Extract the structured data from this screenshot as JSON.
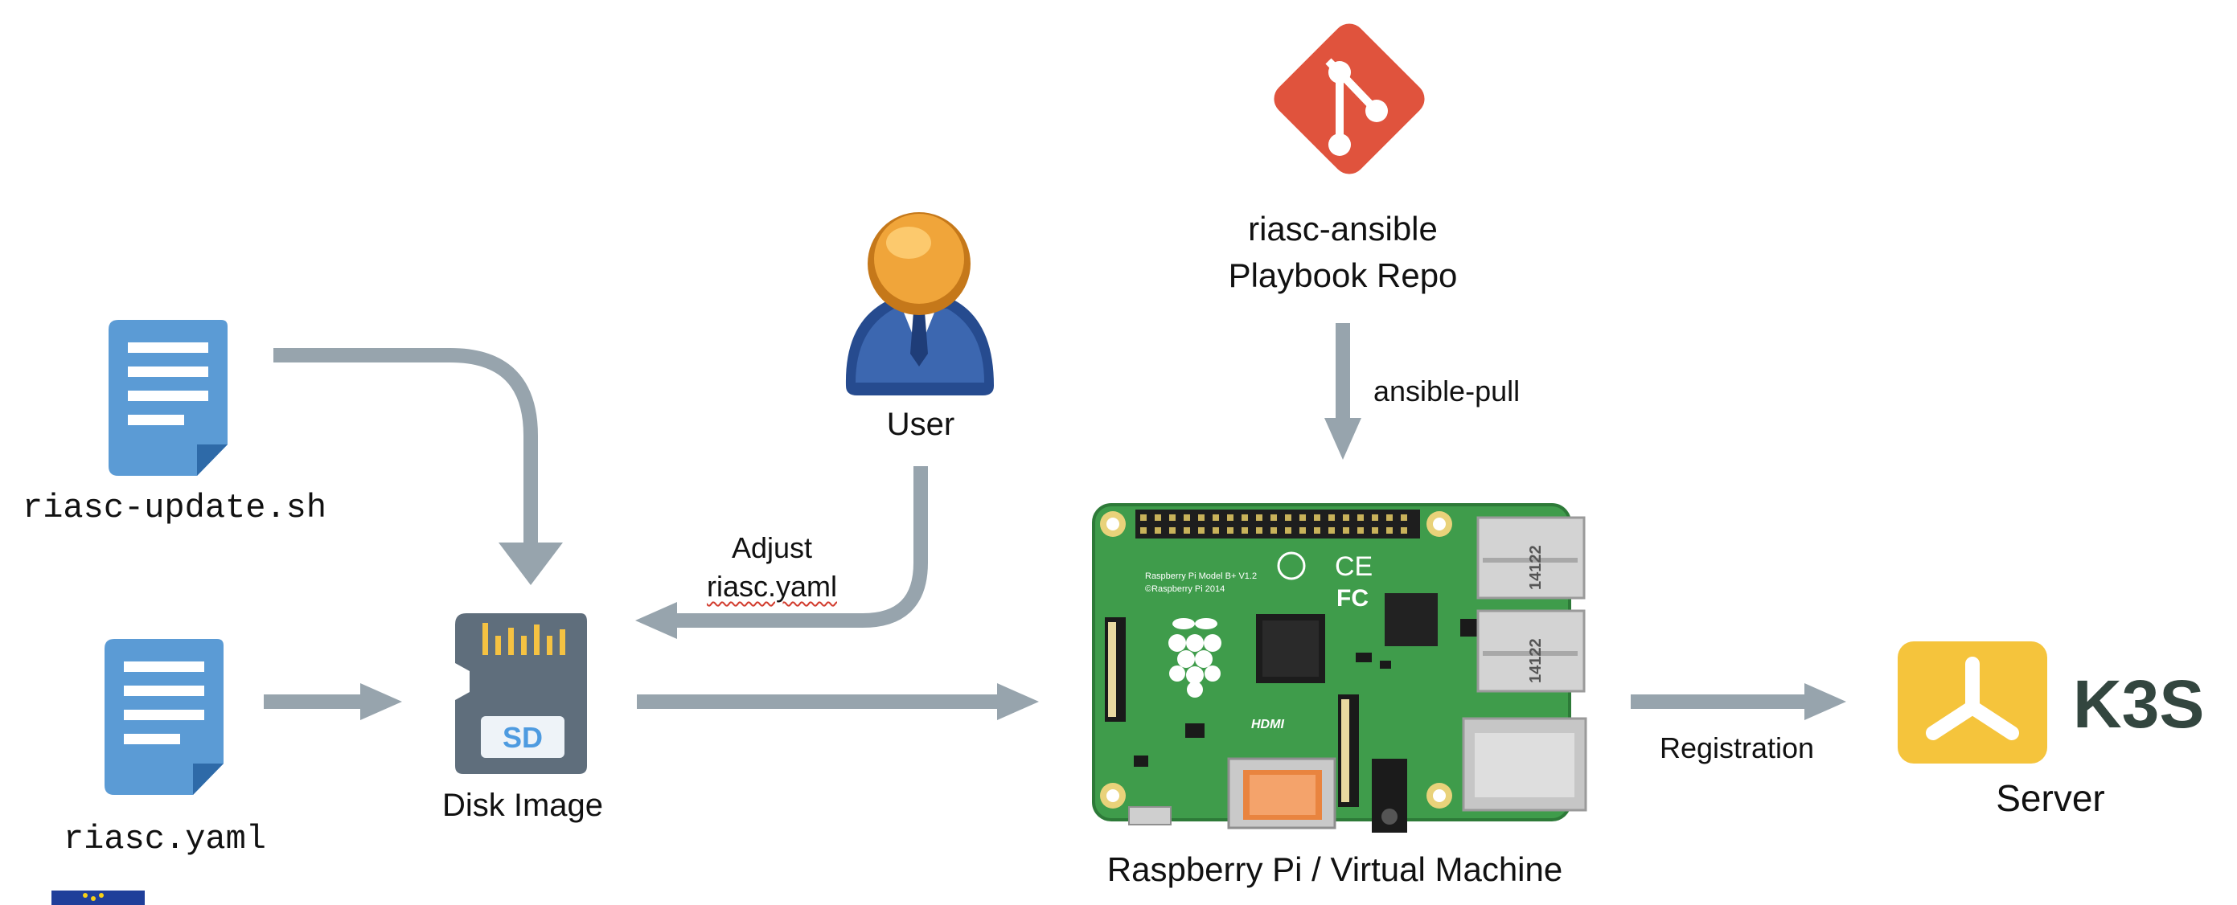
{
  "diagram": {
    "files": {
      "update_script": "riasc-update.sh",
      "config_file": "riasc.yaml"
    },
    "disk_image": {
      "label": "Disk Image",
      "sd_text": "SD"
    },
    "user": {
      "label": "User",
      "action_line1": "Adjust",
      "action_line2": "riasc.yaml"
    },
    "repo": {
      "line1": "riasc-ansible",
      "line2": "Playbook Repo",
      "pull_label": "ansible-pull"
    },
    "device": {
      "label": "Raspberry Pi / Virtual Machine",
      "board_text1": "Raspberry Pi Model B+ V1.2",
      "board_text2": "©Raspberry Pi 2014",
      "hdmi_text": "HDMI",
      "usb_text": "14122"
    },
    "server": {
      "registration_label": "Registration",
      "logo_text": "K3S",
      "label": "Server"
    },
    "colors": {
      "arrow": "#97a4ad",
      "doc": "#5b9bd5",
      "git": "#e0533d",
      "pcb": "#3f9c4b",
      "k3s_yellow": "#f5c43c",
      "k3s_text": "#33463f"
    }
  }
}
